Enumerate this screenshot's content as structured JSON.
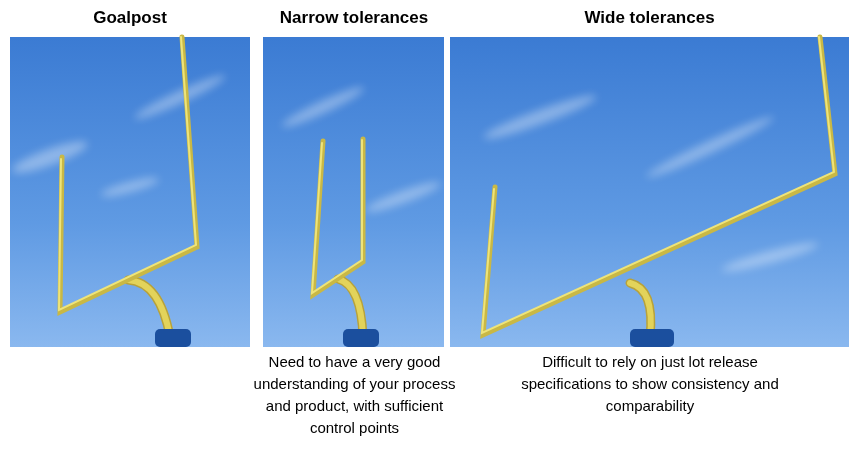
{
  "diagram": {
    "nodes": [
      {
        "text": [
          "Goalpost"
        ]
      },
      {
        "text": [
          "Narrow tolerances",
          "Need to have a very good understanding of your process and product, with sufficient control points"
        ]
      },
      {
        "text": [
          "Wide tolerances",
          "Difficult to rely on just lot release specifications to show consistency and comparability"
        ]
      }
    ]
  }
}
